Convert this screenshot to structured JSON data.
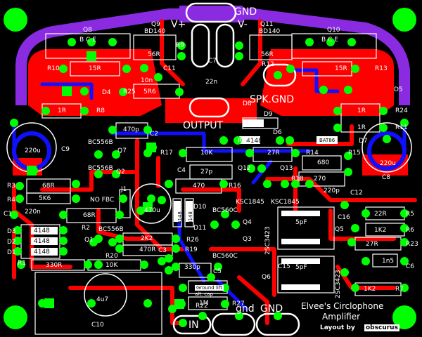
{
  "board": {
    "colors": {
      "background": "#000000",
      "copper_top": "#ff0000",
      "copper_bottom": "#1010ff",
      "ground_zone": "#8a2be2",
      "pad": "#00ff00",
      "silkscreen": "#ffffff"
    },
    "rails": {
      "ground": "GND",
      "positive": "V+",
      "negative": "V-"
    },
    "terminals": {
      "speaker_ground": "SPK.GND",
      "output": "OUTPUT",
      "input": "IN",
      "signal_ground": "gnd",
      "power_ground": "GND"
    },
    "title": {
      "line1": "Elvee's Circlophone",
      "line2": "Amplifier",
      "credit_prefix": "Layout by",
      "credit_name": "obscurus"
    },
    "notes": {
      "no_fbc": "NO FBC",
      "ground_lift": "Ground lift",
      "ground_lift_alt": "alt. cap"
    },
    "components": [
      {
        "ref": "Q8",
        "value": "B C E"
      },
      {
        "ref": "Q9",
        "value": "BD140"
      },
      {
        "ref": "R9",
        "value": "56R"
      },
      {
        "ref": "Q11",
        "value": "BD140"
      },
      {
        "ref": "Q10",
        "value": "B C E"
      },
      {
        "ref": "R10",
        "value": "15R"
      },
      {
        "ref": "C11",
        "value": "10n"
      },
      {
        "ref": "R12",
        "value": "56R"
      },
      {
        "ref": "R13",
        "value": "15R"
      },
      {
        "ref": "C7",
        "value": "22n"
      },
      {
        "ref": "D4",
        "value": ""
      },
      {
        "ref": "R25",
        "value": "5R6"
      },
      {
        "ref": "D5",
        "value": ""
      },
      {
        "ref": "R8",
        "value": "1R"
      },
      {
        "ref": "D8",
        "value": ""
      },
      {
        "ref": "D9",
        "value": ""
      },
      {
        "ref": "R24",
        "value": "1R"
      },
      {
        "ref": "R11",
        "value": "1R"
      },
      {
        "ref": "C2",
        "value": "470p"
      },
      {
        "ref": "C9",
        "value": "220u"
      },
      {
        "ref": "D6",
        "value": "4148"
      },
      {
        "ref": "D7",
        "value": "BAT86"
      },
      {
        "ref": "Q7",
        "value": "BC556B"
      },
      {
        "ref": "R17",
        "value": "10K"
      },
      {
        "ref": "R21",
        "value": ""
      },
      {
        "ref": "R14",
        "value": "27R"
      },
      {
        "ref": "R15",
        "value": "680"
      },
      {
        "ref": "C8",
        "value": "220u"
      },
      {
        "ref": "Q2",
        "value": "BC556B"
      },
      {
        "ref": "C4",
        "value": "27p"
      },
      {
        "ref": "Q12",
        "value": "KSC1845"
      },
      {
        "ref": "Q13",
        "value": "KSC1845"
      },
      {
        "ref": "R18",
        "value": "270"
      },
      {
        "ref": "C12",
        "value": "220p"
      },
      {
        "ref": "R3",
        "value": "68R"
      },
      {
        "ref": "R4",
        "value": "5K6"
      },
      {
        "ref": "J1",
        "value": ""
      },
      {
        "ref": "R16",
        "value": "470"
      },
      {
        "ref": "C1",
        "value": "220n"
      },
      {
        "ref": "R2",
        "value": "68R"
      },
      {
        "ref": "C3",
        "value": "470u"
      },
      {
        "ref": "D10",
        "value": "4148"
      },
      {
        "ref": "D11",
        "value": "4148"
      },
      {
        "ref": "Q4",
        "value": "BC560C"
      },
      {
        "ref": "Q5",
        "value": "2SC3423"
      },
      {
        "ref": "C16",
        "value": "5pF"
      },
      {
        "ref": "R5",
        "value": "22R"
      },
      {
        "ref": "R6",
        "value": "1K2"
      },
      {
        "ref": "D3",
        "value": "4148"
      },
      {
        "ref": "D2",
        "value": "4148"
      },
      {
        "ref": "D1",
        "value": "4148"
      },
      {
        "ref": "Q1",
        "value": "BC556B"
      },
      {
        "ref": "R26",
        "value": "2K2"
      },
      {
        "ref": "R19",
        "value": "470R"
      },
      {
        "ref": "Q3",
        "value": "BC560C"
      },
      {
        "ref": "R23",
        "value": "27R"
      },
      {
        "ref": "R1",
        "value": "330R"
      },
      {
        "ref": "R20",
        "value": "10K"
      },
      {
        "ref": "C5",
        "value": "330p"
      },
      {
        "ref": "C15",
        "value": "5pF"
      },
      {
        "ref": "Q6",
        "value": "2SC3423"
      },
      {
        "ref": "C6",
        "value": "1n5"
      },
      {
        "ref": "C10",
        "value": "4u7"
      },
      {
        "ref": "R22",
        "value": "1M"
      },
      {
        "ref": "R27",
        "value": ""
      },
      {
        "ref": "R7",
        "value": "1K2"
      }
    ]
  }
}
